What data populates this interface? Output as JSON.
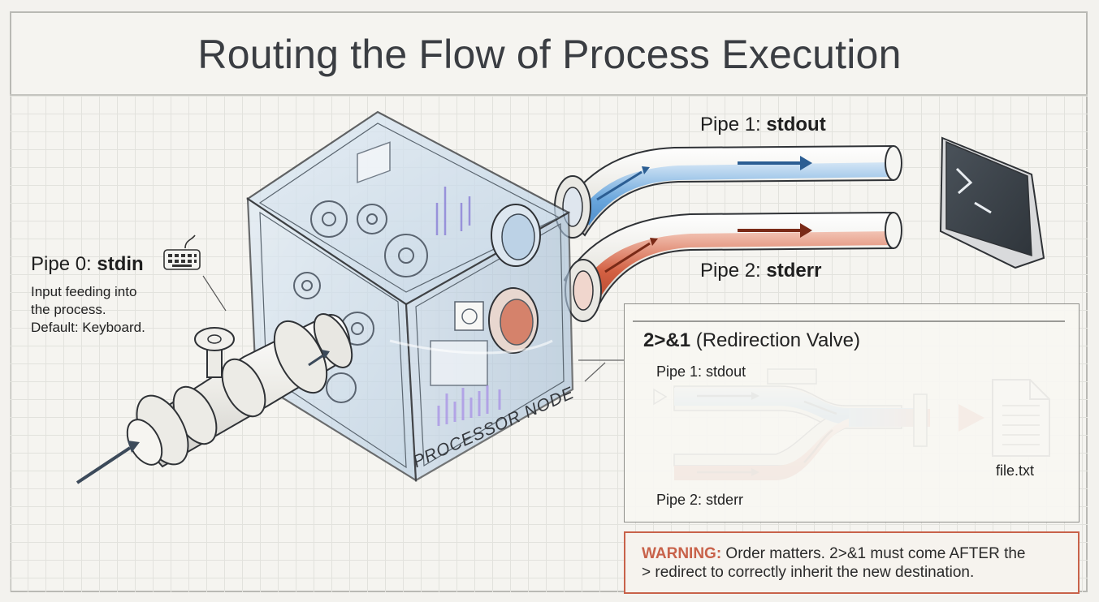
{
  "title": "Routing the Flow of Process Execution",
  "stdin": {
    "prefix": "Pipe 0:",
    "name": "stdin",
    "desc": [
      "Input feeding into",
      "the process.",
      "Default: Keyboard."
    ]
  },
  "stdout": {
    "prefix": "Pipe 1:",
    "name": "stdout"
  },
  "stderr": {
    "prefix": "Pipe 2:",
    "name": "stderr"
  },
  "node_label": "PROCESSOR NODE",
  "inset": {
    "title_bold": "2>&1",
    "title_rest": " (Redirection Valve)",
    "pipe1": "Pipe 1: stdout",
    "pipe2": "Pipe 2: stderr",
    "file": "file.txt"
  },
  "warning": {
    "label": "WARNING:",
    "line1_rest": " Order matters. 2>&1 must come AFTER the",
    "line2": "> redirect to correctly inherit the new destination."
  },
  "colors": {
    "stdout": "#5b9fdc",
    "stderr": "#d2593a",
    "warning": "#c8624a"
  }
}
